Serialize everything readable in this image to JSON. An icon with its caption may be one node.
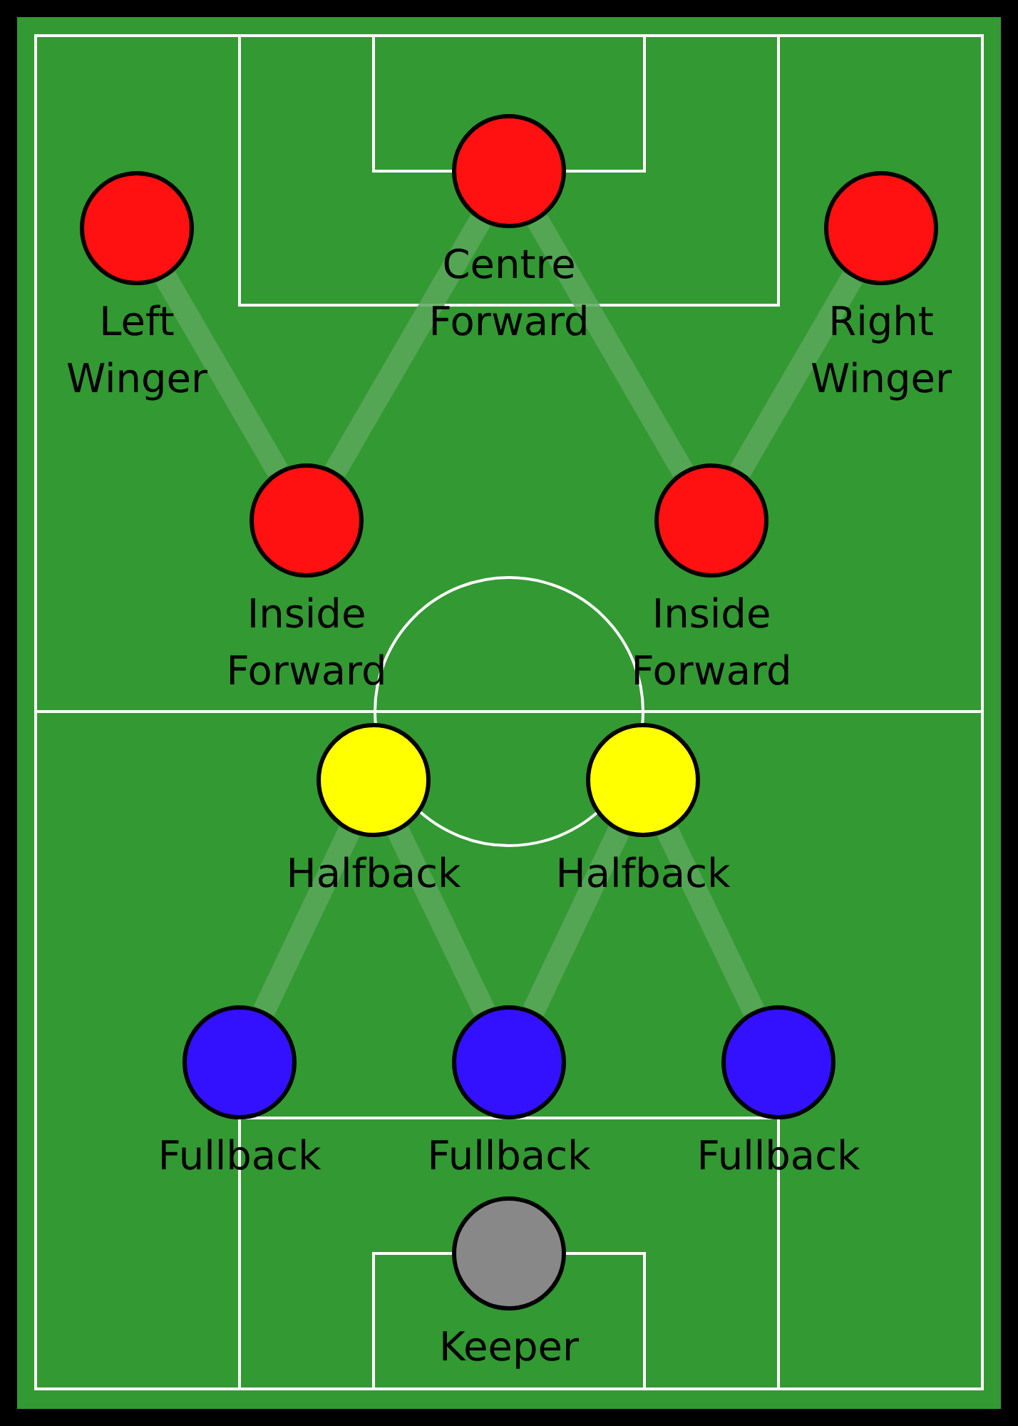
{
  "diagram": {
    "nodes": [
      {
        "text": [
          "Centre Forward"
        ]
      },
      {
        "text": [
          "Left Winger"
        ]
      },
      {
        "text": [
          "Right Winger"
        ]
      },
      {
        "text": [
          "Inside Forward"
        ]
      },
      {
        "text": [
          "Inside Forward"
        ]
      },
      {
        "text": [
          "Halfback"
        ]
      },
      {
        "text": [
          "Halfback"
        ]
      },
      {
        "text": [
          "Fullback"
        ]
      },
      {
        "text": [
          "Fullback"
        ]
      },
      {
        "text": [
          "Fullback"
        ]
      },
      {
        "text": [
          "Keeper"
        ]
      }
    ],
    "edges": [
      {
        "from": 1,
        "to": 3,
        "arrow": "none"
      },
      {
        "from": 3,
        "to": 0,
        "arrow": "none"
      },
      {
        "from": 0,
        "to": 4,
        "arrow": "none"
      },
      {
        "from": 4,
        "to": 2,
        "arrow": "none"
      },
      {
        "from": 5,
        "to": 7,
        "arrow": "none"
      },
      {
        "from": 5,
        "to": 8,
        "arrow": "none"
      },
      {
        "from": 6,
        "to": 8,
        "arrow": "none"
      },
      {
        "from": 6,
        "to": 9,
        "arrow": "none"
      }
    ]
  }
}
